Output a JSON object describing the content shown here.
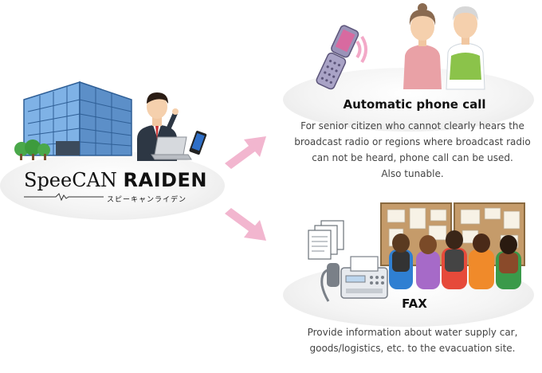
{
  "brand": {
    "name_part1": "SpeeCAN",
    "name_part2": "RAIDEN",
    "kana": "スピーキャンライデン"
  },
  "phone_call": {
    "title": "Automatic phone call",
    "desc_line1": "For senior citizen who cannot clearly hears the",
    "desc_line2": "broadcast radio or regions where broadcast radio",
    "desc_line3": "can not be heard, phone call can be used.",
    "desc_line4": "Also tunable."
  },
  "fax": {
    "title": "FAX",
    "desc_line1": "Provide information about water supply car,",
    "desc_line2": "goods/logistics, etc. to the evacuation site."
  },
  "colors": {
    "arrow_pink": "#f2b6cf",
    "building_blue": "#6a9fd8",
    "phone_magenta": "#d86aa0"
  },
  "icons": [
    "office-building-icon",
    "businessman-icon",
    "laptop-icon",
    "smartphone-icon",
    "flip-phone-icon",
    "elderly-couple-icon",
    "fax-machine-icon",
    "documents-icon",
    "evacuees-icon",
    "bulletin-board-icon",
    "arrow-icon"
  ]
}
